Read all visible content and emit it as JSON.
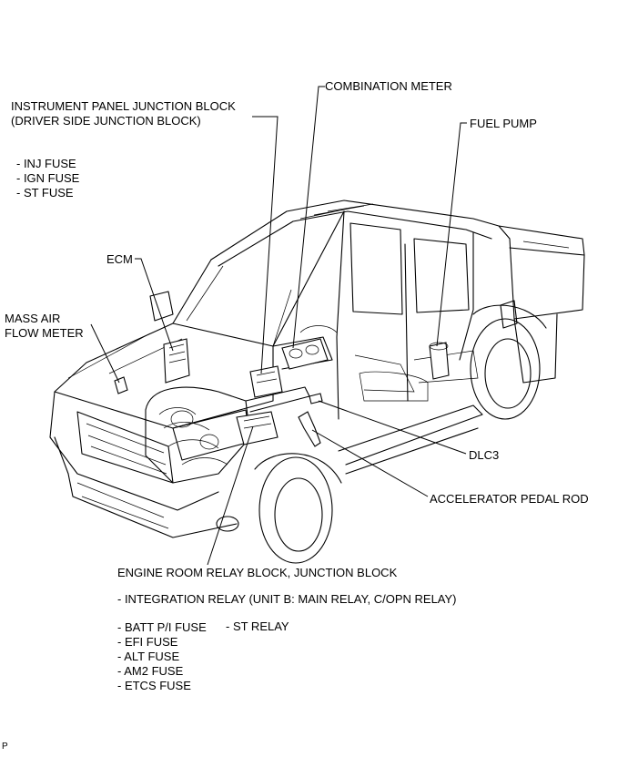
{
  "labels": {
    "combination_meter": "COMBINATION METER",
    "ipjb_line1": "INSTRUMENT PANEL JUNCTION BLOCK",
    "ipjb_line2": "(DRIVER SIDE JUNCTION BLOCK)",
    "fuel_pump": "FUEL PUMP",
    "ecm": "ECM",
    "maf_line1": "MASS AIR",
    "maf_line2": "FLOW METER",
    "dlc3": "DLC3",
    "accelerator_pedal_rod": "ACCELERATOR PEDAL ROD",
    "engine_room_block": "ENGINE ROOM RELAY BLOCK, JUNCTION BLOCK",
    "integration_relay": "- INTEGRATION RELAY (UNIT B: MAIN RELAY, C/OPN RELAY)",
    "st_relay": "- ST RELAY",
    "corner_mark": "P"
  },
  "ipjb_fuses": [
    "- INJ FUSE",
    "- IGN FUSE",
    "- ST FUSE"
  ],
  "engine_room_fuses": [
    "- BATT P/I FUSE",
    "- EFI FUSE",
    "- ALT FUSE",
    "- AM2 FUSE",
    "- ETCS FUSE"
  ]
}
